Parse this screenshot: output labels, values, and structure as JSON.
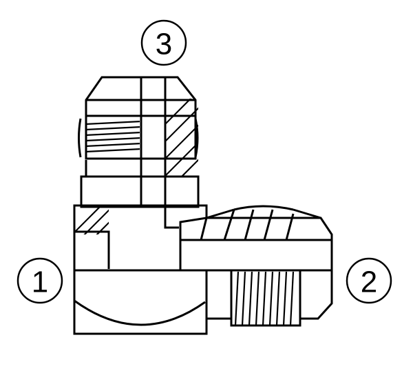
{
  "callouts": {
    "port_1": "1",
    "port_2": "2",
    "port_3": "3"
  },
  "colors": {
    "line": "#000000",
    "background": "#ffffff"
  }
}
